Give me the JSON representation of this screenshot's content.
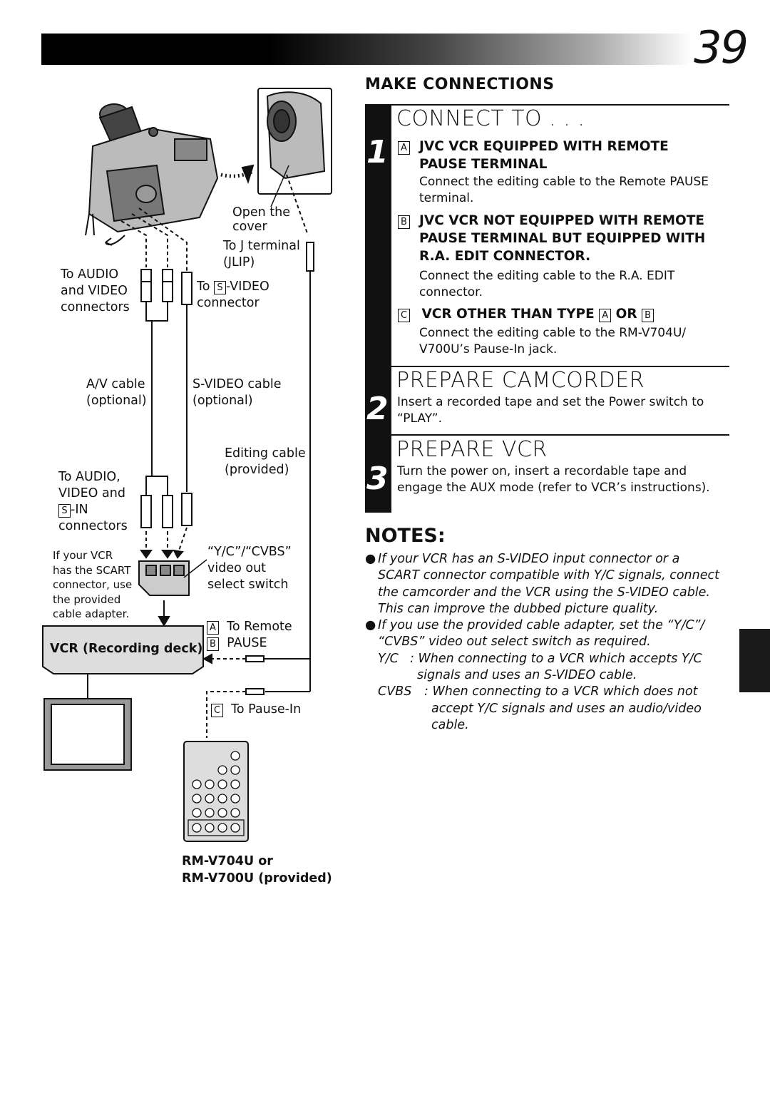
{
  "page_number": "39",
  "section_heading": "MAKE CONNECTIONS",
  "steps": [
    {
      "number": "1",
      "title": "CONNECT TO . . .",
      "items": [
        {
          "letter": "A",
          "heading_line1": "JVC VCR EQUIPPED WITH REMOTE",
          "heading_line2": "PAUSE TERMINAL",
          "text_line1": "Connect the editing cable to the Remote PAUSE",
          "text_line2": "terminal."
        },
        {
          "letter": "B",
          "heading_line1": "JVC VCR NOT EQUIPPED WITH REMOTE",
          "heading_line2": "PAUSE TERMINAL BUT EQUIPPED WITH",
          "heading_line3": "R.A. EDIT CONNECTOR.",
          "text_line1": "Connect the editing cable to the R.A. EDIT",
          "text_line2": "connector."
        },
        {
          "letter": "C",
          "heading_pre": "VCR OTHER THAN TYPE",
          "heading_a": "A",
          "heading_or": "OR",
          "heading_b": "B",
          "text_line1": "Connect the editing cable to the RM-V704U/",
          "text_line2": "V700U’s Pause-In jack."
        }
      ]
    },
    {
      "number": "2",
      "title": "PREPARE CAMCORDER",
      "text_line1": "Insert a recorded tape and set the Power switch to",
      "text_line2": "“PLAY”."
    },
    {
      "number": "3",
      "title": "PREPARE VCR",
      "text_line1": "Turn the power on, insert a recordable tape and",
      "text_line2": "engage the AUX mode (refer to VCR’s instructions)."
    }
  ],
  "notes": {
    "heading": "NOTES:",
    "note1_lines": [
      "If your VCR has an S-VIDEO input connector or a",
      "SCART connector compatible with Y/C signals, connect",
      "the camcorder and the VCR using the S-VIDEO cable.",
      "This can improve the dubbed picture quality."
    ],
    "note2_lines": [
      "If you use the provided cable adapter, set the “Y/C”/",
      "“CVBS” video out select switch as required."
    ],
    "yc_label": "Y/C",
    "yc_lines": [
      ": When connecting to a VCR which accepts Y/C",
      "signals and uses an S-VIDEO cable."
    ],
    "cvbs_label": "CVBS",
    "cvbs_lines": [
      ": When connecting to a VCR which does not",
      "accept Y/C signals and uses an audio/video",
      "cable."
    ]
  },
  "diagram": {
    "open_cover": [
      "Open the",
      "cover"
    ],
    "to_j_terminal": [
      "To J terminal",
      "(JLIP)"
    ],
    "to_audio_video": [
      "To AUDIO",
      "and VIDEO",
      "connectors"
    ],
    "to_svideo_pre": "To",
    "to_svideo_s": "S",
    "to_svideo_post": "-VIDEO",
    "to_svideo_line2": "connector",
    "av_cable": [
      "A/V cable",
      "(optional)"
    ],
    "svideo_cable": [
      "S-VIDEO cable",
      "(optional)"
    ],
    "editing_cable": [
      "Editing cable",
      "(provided)"
    ],
    "to_audio_video_in": [
      "To AUDIO,",
      "VIDEO and"
    ],
    "s_in_s": "S",
    "s_in_post": "-IN",
    "s_in_line2": "connectors",
    "scart_note": [
      "If your VCR",
      "has the SCART",
      "connector, use",
      "the provided",
      "cable adapter."
    ],
    "yc_switch": [
      "“Y/C”/“CVBS”",
      "video out",
      "select switch"
    ],
    "vcr_box": "VCR (Recording deck)",
    "letter_a": "A",
    "to_remote": "To Remote",
    "letter_b": "B",
    "pause": "PAUSE",
    "letter_c": "C",
    "to_pause_in": "To Pause-In",
    "remote_model": [
      "RM-V704U or",
      "RM-V700U (provided)"
    ]
  }
}
